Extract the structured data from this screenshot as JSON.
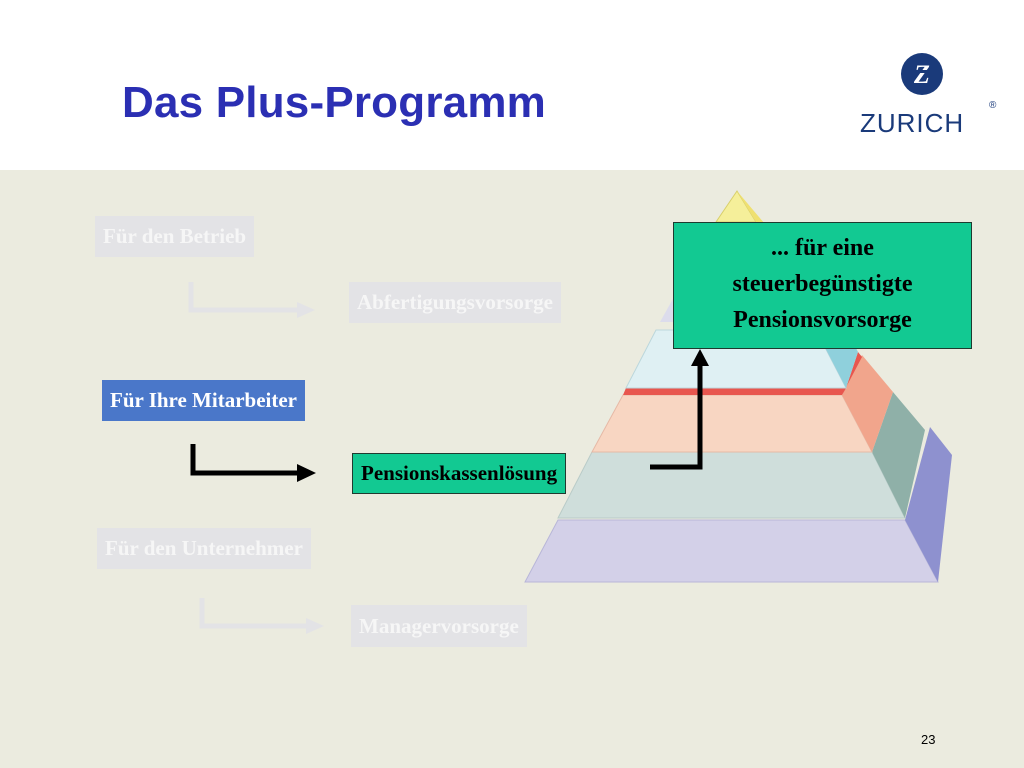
{
  "slide": {
    "title": "Das Plus-Programm",
    "page_number": "23"
  },
  "logo": {
    "word": "ZURICH",
    "registered": "®",
    "letter": "Z"
  },
  "items": [
    {
      "label": "Für den Betrieb",
      "target": "Abfertigungsvorsorge",
      "state": "faded"
    },
    {
      "label": "Für Ihre Mitarbeiter",
      "target": "Pensionskassenlösung",
      "state": "active"
    },
    {
      "label": "Für den Unternehmer",
      "target": "Managervorsorge",
      "state": "faded"
    }
  ],
  "callout": {
    "line1": "... für eine",
    "line2": "steuerbegünstigte",
    "line3": "Pensionsvorsorge"
  },
  "colors": {
    "title": "#2b2fb3",
    "background": "#ebebdf",
    "active_blue": "#4a77c9",
    "active_green": "#12c992"
  },
  "pyramid_layers": [
    {
      "name": "top",
      "color": "#f5ef9a"
    },
    {
      "name": "layer-2",
      "color": "#dcdcec"
    },
    {
      "name": "layer-3",
      "color": "#dff0f3"
    },
    {
      "name": "layer-4",
      "color": "#f8d6c2"
    },
    {
      "name": "layer-5",
      "color": "#cfdedb"
    },
    {
      "name": "base",
      "color": "#d3d0e8"
    }
  ]
}
